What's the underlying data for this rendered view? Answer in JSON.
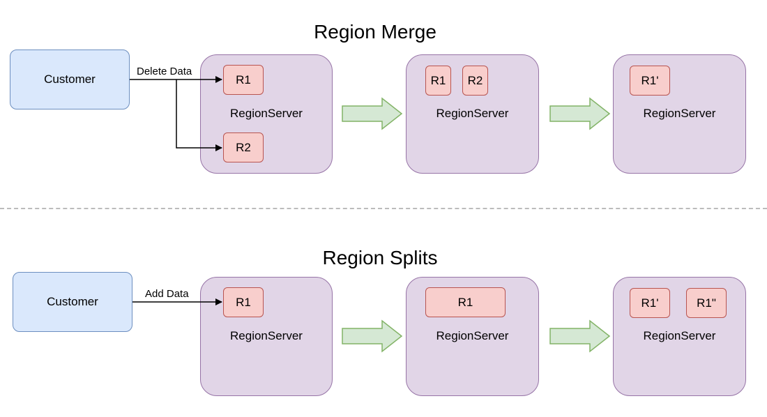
{
  "merge": {
    "title": "Region Merge",
    "customer_label": "Customer",
    "edge_label": "Delete Data",
    "servers": [
      {
        "label": "RegionServer",
        "regions": [
          "R1",
          "R2"
        ]
      },
      {
        "label": "RegionServer",
        "regions": [
          "R1",
          "R2"
        ]
      },
      {
        "label": "RegionServer",
        "regions": [
          "R1'"
        ]
      }
    ]
  },
  "split": {
    "title": "Region Splits",
    "customer_label": "Customer",
    "edge_label": "Add Data",
    "servers": [
      {
        "label": "RegionServer",
        "regions": [
          "R1"
        ]
      },
      {
        "label": "RegionServer",
        "regions": [
          "R1"
        ]
      },
      {
        "label": "RegionServer",
        "regions": [
          "R1'",
          "R1\""
        ]
      }
    ]
  },
  "colors": {
    "customer_fill": "#dae8fc",
    "server_fill": "#e1d5e7",
    "region_fill": "#f8cecc",
    "transition_arrow_fill": "#d5e8d4"
  }
}
